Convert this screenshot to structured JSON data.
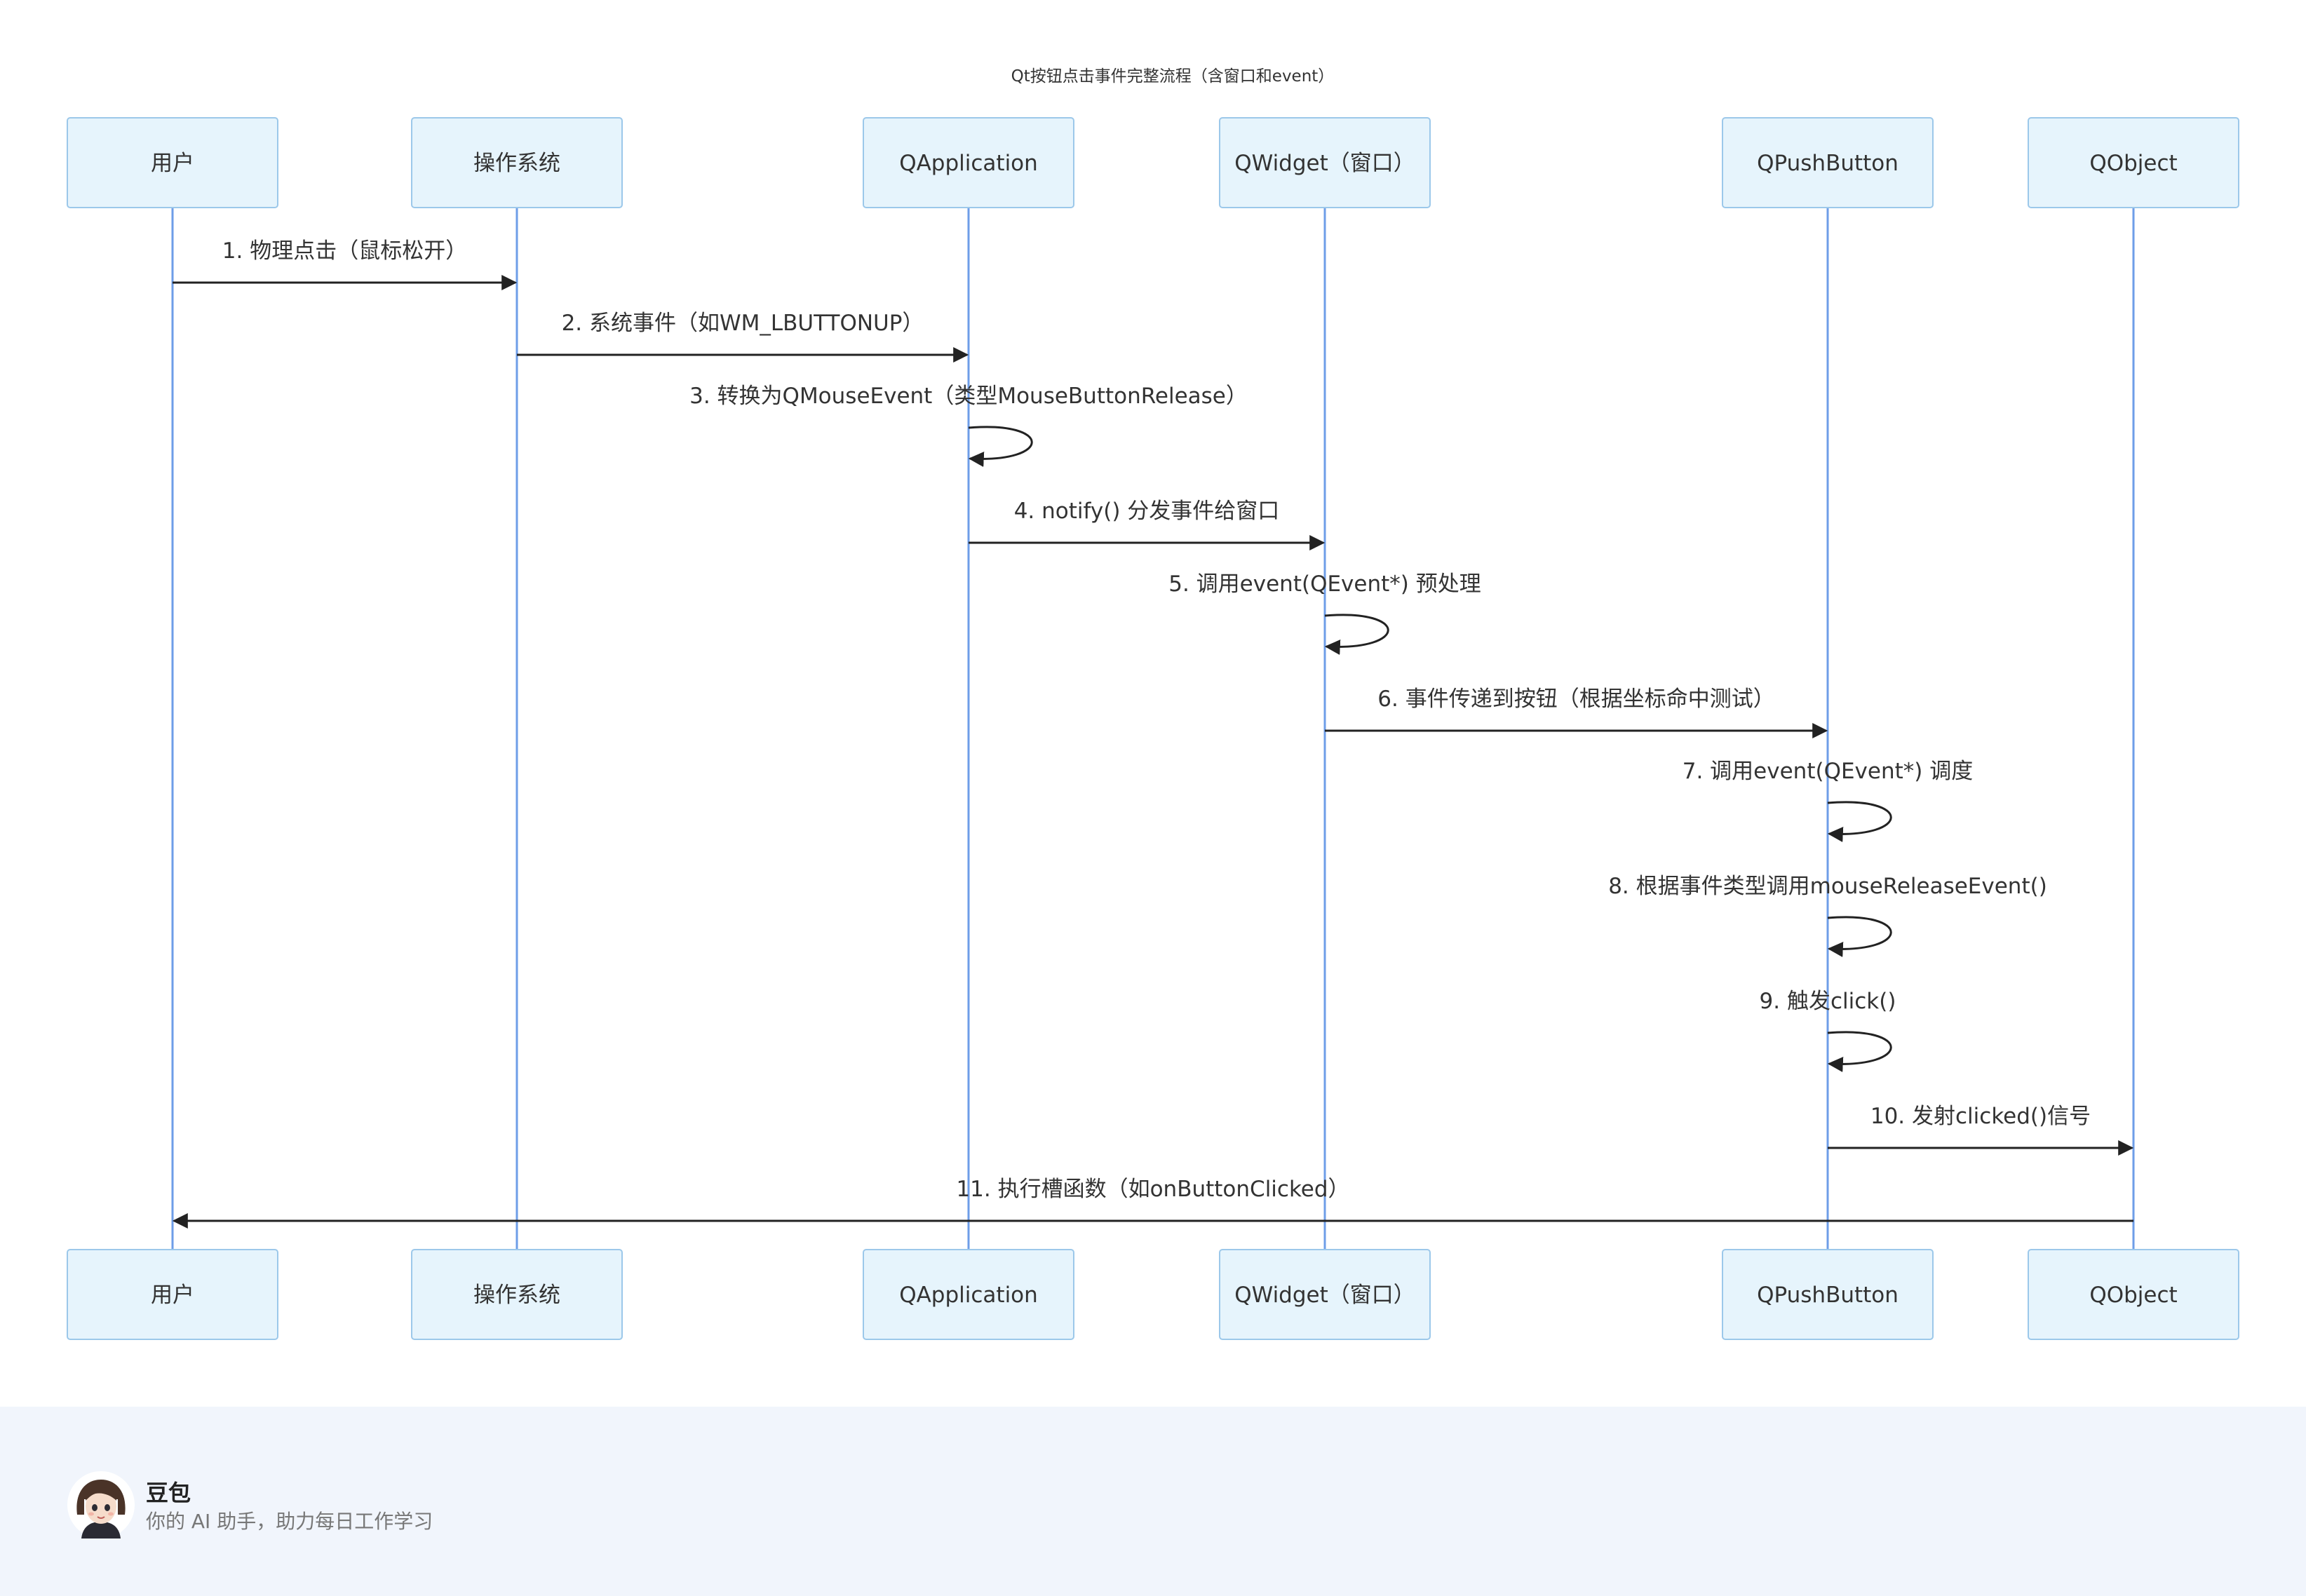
{
  "diagram": {
    "title": "Qt按钮点击事件完整流程（含窗口和event）",
    "participants": [
      {
        "id": "user",
        "label": "用户"
      },
      {
        "id": "os",
        "label": "操作系统"
      },
      {
        "id": "qapp",
        "label": "QApplication"
      },
      {
        "id": "qwidget",
        "label": "QWidget（窗口）"
      },
      {
        "id": "qpush",
        "label": "QPushButton"
      },
      {
        "id": "qobject",
        "label": "QObject"
      }
    ],
    "messages": [
      {
        "from": "user",
        "to": "os",
        "text": "1. 物理点击（鼠标松开）"
      },
      {
        "from": "os",
        "to": "qapp",
        "text": "2. 系统事件（如WM_LBUTTONUP）"
      },
      {
        "from": "qapp",
        "to": "qapp",
        "text": "3. 转换为QMouseEvent（类型MouseButtonRelease）"
      },
      {
        "from": "qapp",
        "to": "qwidget",
        "text": "4. notify() 分发事件给窗口"
      },
      {
        "from": "qwidget",
        "to": "qwidget",
        "text": "5. 调用event(QEvent*) 预处理"
      },
      {
        "from": "qwidget",
        "to": "qpush",
        "text": "6. 事件传递到按钮（根据坐标命中测试）"
      },
      {
        "from": "qpush",
        "to": "qpush",
        "text": "7. 调用event(QEvent*) 调度"
      },
      {
        "from": "qpush",
        "to": "qpush",
        "text": "8. 根据事件类型调用mouseReleaseEvent()"
      },
      {
        "from": "qpush",
        "to": "qpush",
        "text": "9. 触发click()"
      },
      {
        "from": "qpush",
        "to": "qobject",
        "text": "10. 发射clicked()信号"
      },
      {
        "from": "qobject",
        "to": "user",
        "text": "11. 执行槽函数（如onButtonClicked）"
      }
    ]
  },
  "footer": {
    "brand_name": "豆包",
    "tagline": "你的 AI 助手，助力每日工作学习",
    "avatar_icon": "assistant-avatar-icon"
  },
  "colors": {
    "actor_fill": "#e6f4fc",
    "actor_stroke": "#9cc8ea",
    "lifeline": "#6e9ee8",
    "arrow": "#222222",
    "footer_bg": "#f1f5fc"
  }
}
